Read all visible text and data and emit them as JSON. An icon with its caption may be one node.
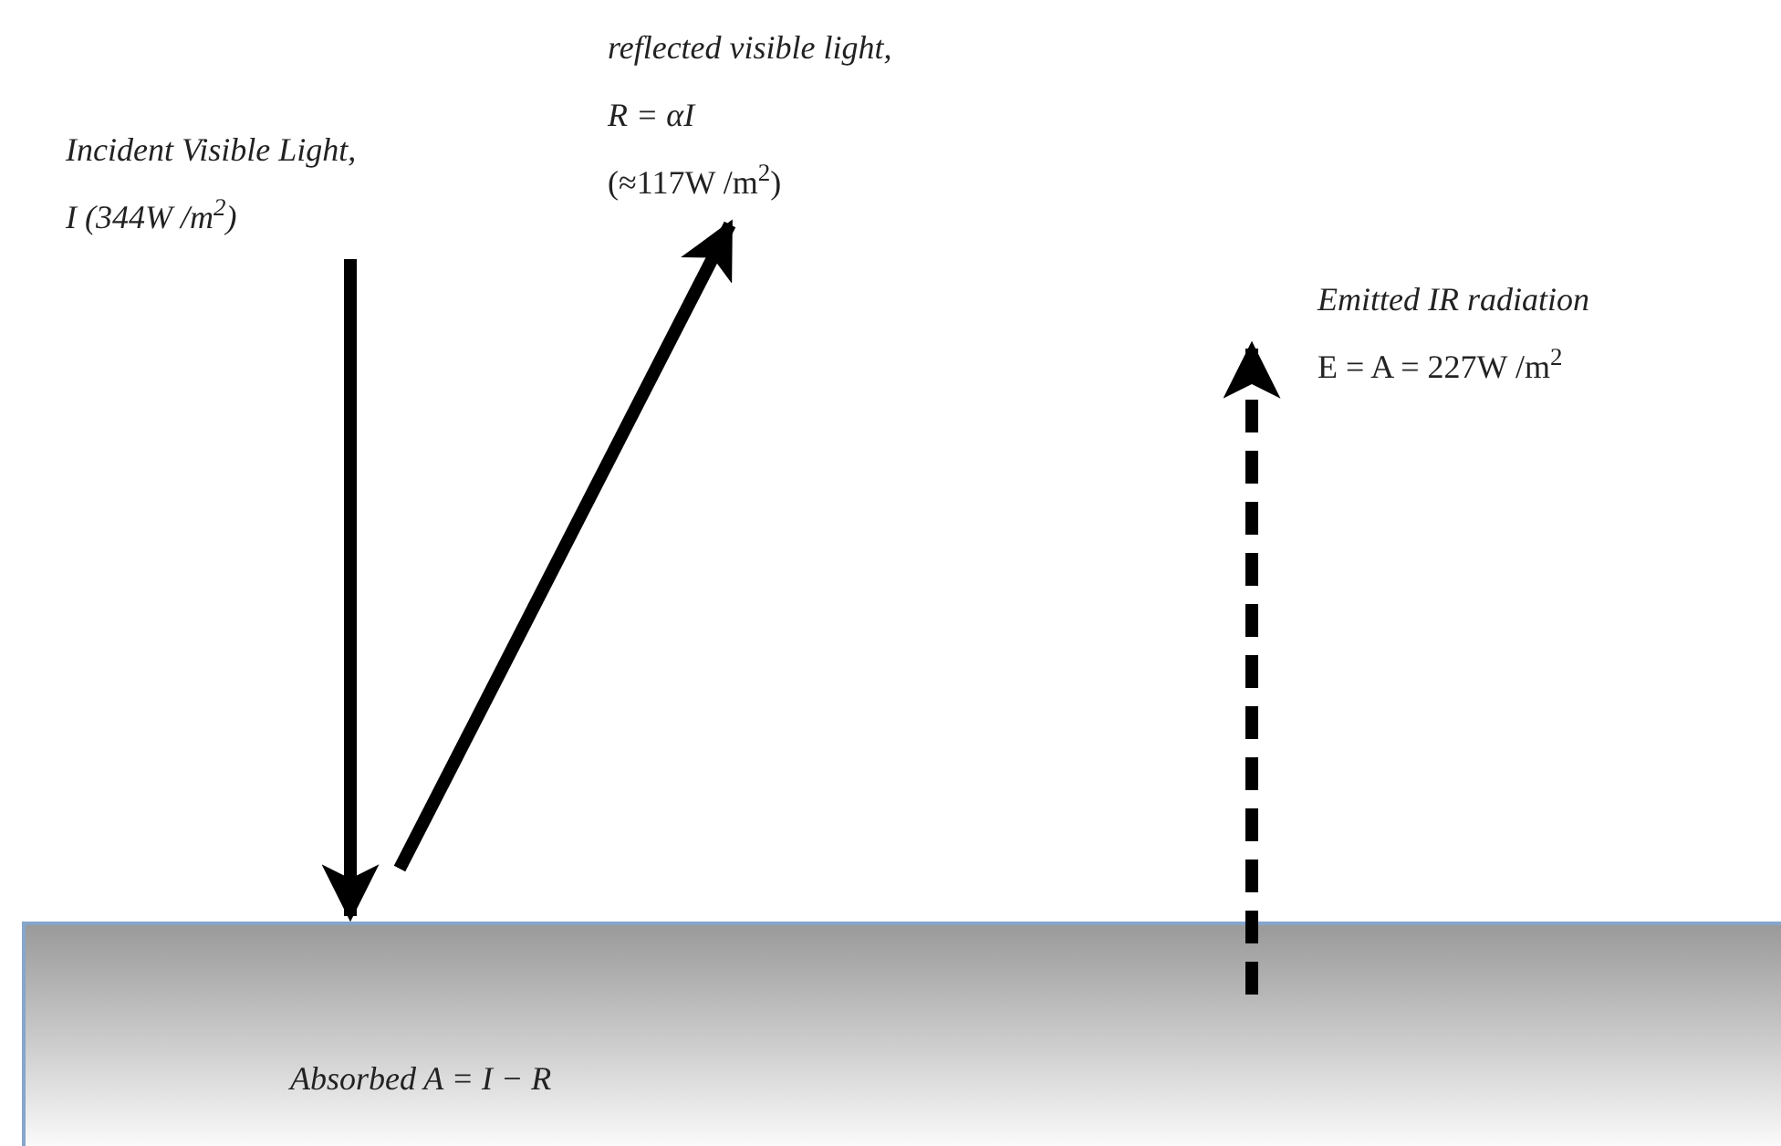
{
  "diagram": {
    "nodes": [
      {
        "text": [
          "Incident Visible Light,",
          "I (344W /m$^{2}$)"
        ]
      },
      {
        "text": [
          "reflected visible light,",
          "R = αI",
          "(≈117W /m$^{2}$)"
        ]
      },
      {
        "text": [
          "Emitted IR radiation",
          "E = A = 227W /m$^{2}$"
        ]
      },
      {
        "text": [
          "Absorbed A = I − R"
        ]
      }
    ],
    "edges": [
      {
        "from": 0,
        "to": 3,
        "arrow": "to"
      },
      {
        "from": 3,
        "to": 1,
        "arrow": "to"
      },
      {
        "from": 3,
        "to": 2,
        "arrow": "to",
        "style": "dashed"
      }
    ]
  }
}
